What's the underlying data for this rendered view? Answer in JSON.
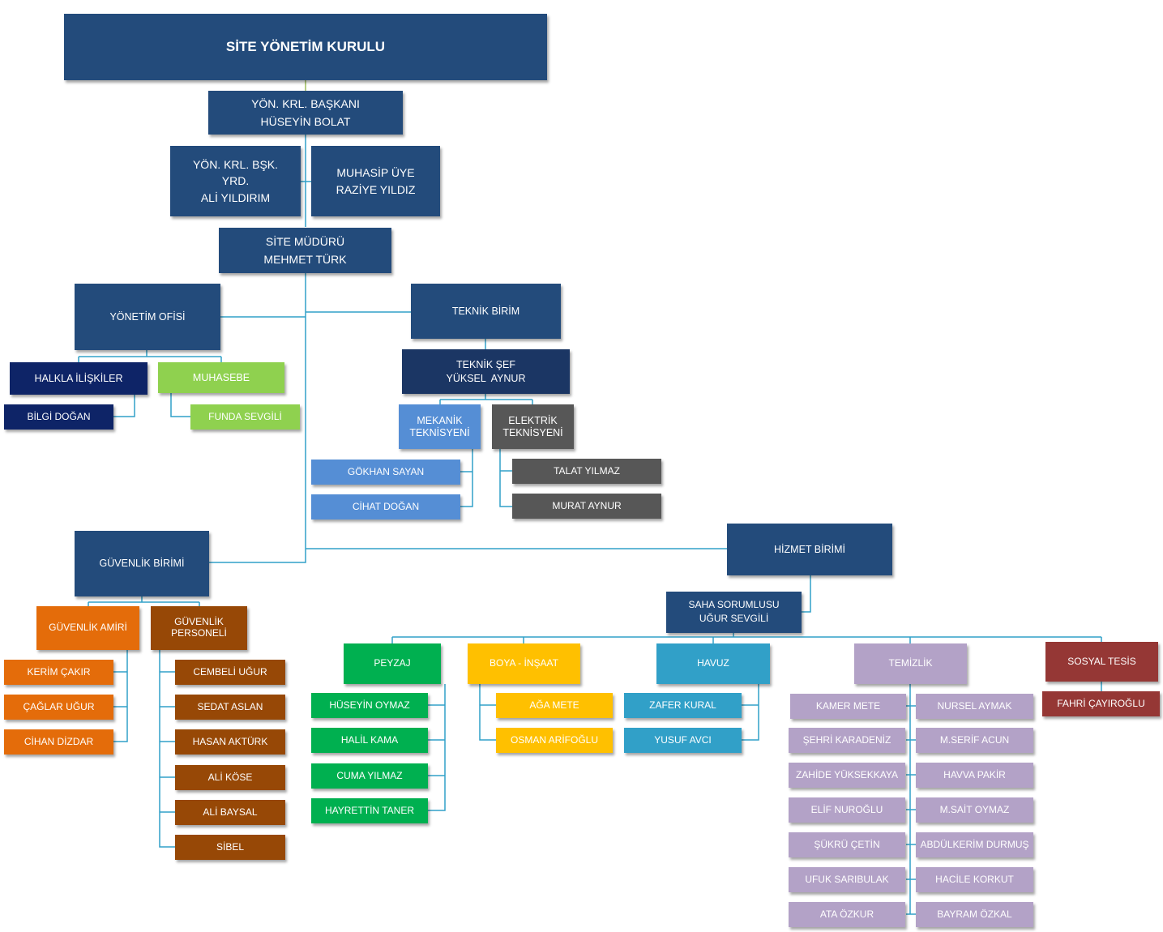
{
  "board": {
    "title": "SİTE YÖNETİM KURULU"
  },
  "president": {
    "role": "YÖN. KRL. BAŞKANI",
    "name": "HÜSEYİN BOLAT"
  },
  "vice_president": {
    "role_line1": "YÖN. KRL. BŞK.",
    "role_line2": "YRD.",
    "name": "ALİ YILDIRIM"
  },
  "accountant_member": {
    "role": "MUHASİP ÜYE",
    "name": "RAZİYE YILDIZ"
  },
  "site_manager": {
    "role": "SİTE MÜDÜRÜ",
    "name": "MEHMET TÜRK"
  },
  "management_office": {
    "title": "YÖNETİM OFİSİ",
    "public_relations": {
      "title": "HALKLA İLİŞKİLER",
      "members": [
        "BİLGİ DOĞAN"
      ]
    },
    "accounting": {
      "title": "MUHASEBE",
      "members": [
        "FUNDA SEVGİLİ"
      ]
    }
  },
  "technical_unit": {
    "title": "TEKNİK BİRİM",
    "chief": {
      "role": "TEKNİK ŞEF",
      "name": "YÜKSEL  AYNUR"
    },
    "mechanical": {
      "line1": "MEKANİK",
      "line2": "TEKNİSYENİ",
      "members": [
        "GÖKHAN SAYAN",
        "CİHAT DOĞAN"
      ]
    },
    "electrical": {
      "line1": "ELEKTRİK",
      "line2": "TEKNİSYENİ",
      "members": [
        "TALAT YILMAZ",
        "MURAT AYNUR"
      ]
    }
  },
  "security_unit": {
    "title": "GÜVENLİK BİRİMİ",
    "chief": {
      "title": "GÜVENLİK AMİRİ",
      "members": [
        "KERİM ÇAKIR",
        "ÇAĞLAR UĞUR",
        "CİHAN DİZDAR"
      ]
    },
    "staff": {
      "line1": "GÜVENLİK",
      "line2": "PERSONELİ",
      "members": [
        "CEMBELİ UĞUR",
        "SEDAT ASLAN",
        "HASAN AKTÜRK",
        "ALİ KÖSE",
        "ALİ BAYSAL",
        "SİBEL"
      ]
    }
  },
  "service_unit": {
    "title": "HİZMET BİRİMİ",
    "field_supervisor": {
      "role": "SAHA SORUMLUSU",
      "name": "UĞUR SEVGİLİ"
    },
    "landscaping": {
      "title": "PEYZAJ",
      "members": [
        "HÜSEYİN OYMAZ",
        "HALİL KAMA",
        "CUMA YILMAZ",
        "HAYRETTİN TANER"
      ]
    },
    "paint_construction": {
      "title": "BOYA - İNŞAAT",
      "members": [
        "AĞA METE",
        "OSMAN ARİFOĞLU"
      ]
    },
    "pool": {
      "title": "HAVUZ",
      "members": [
        "ZAFER KURAL",
        "YUSUF AVCI"
      ]
    },
    "cleaning": {
      "title": "TEMİZLİK",
      "members_left": [
        "KAMER METE",
        "ŞEHRİ KARADENİZ",
        "ZAHİDE YÜKSEKKAYA",
        "ELİF NUROĞLU",
        "ŞÜKRÜ ÇETİN",
        "UFUK SARIBULAK",
        "ATA ÖZKUR"
      ],
      "members_right": [
        "NURSEL AYMAK",
        "M.SERİF ACUN",
        "HAVVA PAKİR",
        "M.SAİT OYMAZ",
        "ABDÜLKERİM DURMUŞ",
        "HACİLE KORKUT",
        "BAYRAM ÖZKAL"
      ]
    },
    "social_facility": {
      "title": "SOSYAL TESİS",
      "members": [
        "FAHRİ ÇAYIROĞLU"
      ]
    }
  },
  "colors": {
    "primary_blue": "#234b7b",
    "dark_blue": "#1b3664",
    "navy": "#0e2467",
    "light_green": "#8fd14f",
    "light_blue": "#558ed5",
    "gray": "#575757",
    "orange": "#e46c0a",
    "brown": "#974806",
    "green": "#00b050",
    "yellow": "#ffc000",
    "teal": "#31a0c8",
    "lilac": "#b3a2c7",
    "dark_red": "#953735",
    "connector": "#31a0c8"
  }
}
